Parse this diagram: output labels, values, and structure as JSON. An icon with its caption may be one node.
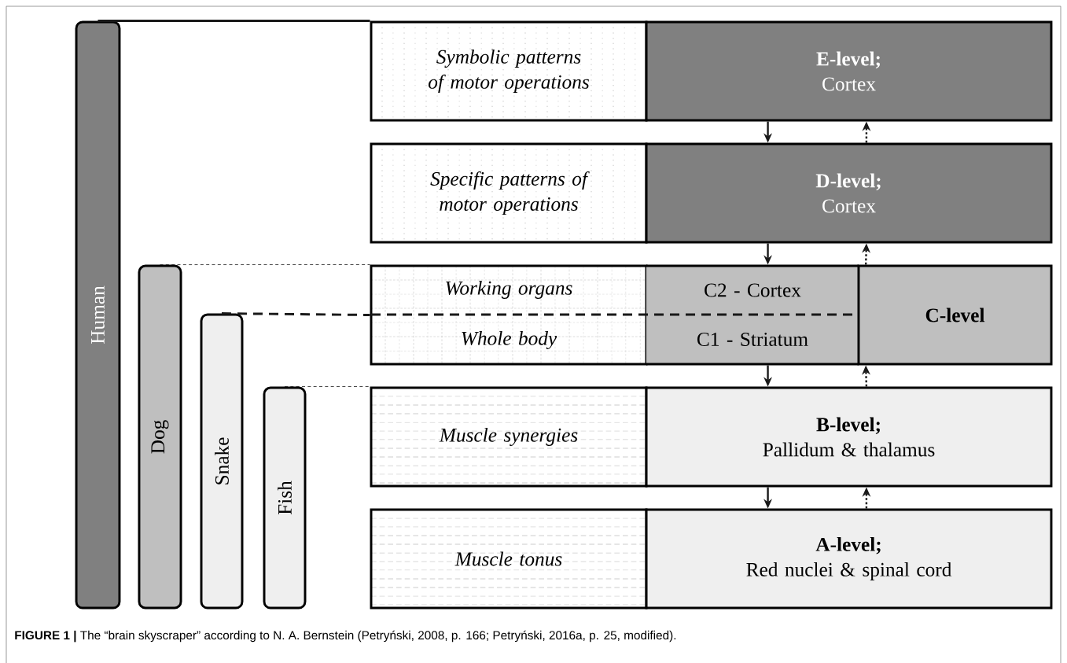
{
  "diagram": {
    "caption": "**FIGURE 1 |** The “brain skyscraper” according to N. A. Bernstein (Petryński, 2008, p. 166; Petryński, 2016a, p. 25, modified).",
    "nodes": [
      {
        "text": [
          "Human"
        ]
      },
      {
        "text": [
          "Dog"
        ]
      },
      {
        "text": [
          "Snake"
        ]
      },
      {
        "text": [
          "Fish"
        ]
      },
      {
        "text": [
          "Symbolic patterns of motor operations"
        ]
      },
      {
        "text": [
          "E-level;",
          "Cortex"
        ]
      },
      {
        "text": [
          "Specific patterns of motor operations"
        ]
      },
      {
        "text": [
          "D-level;",
          "Cortex"
        ]
      },
      {
        "text": [
          "Working organs",
          "Whole body"
        ]
      },
      {
        "text": [
          "C2 - Cortex"
        ]
      },
      {
        "text": [
          "C1 - Striatum"
        ]
      },
      {
        "text": [
          "C-level"
        ]
      },
      {
        "text": [
          "Muscle synergies"
        ]
      },
      {
        "text": [
          "B-level;",
          "Pallidum & thalamus"
        ]
      },
      {
        "text": [
          "Muscle tonus"
        ]
      },
      {
        "text": [
          "A-level;",
          "Red nuclei & spinal cord"
        ]
      }
    ],
    "edges": [
      {
        "from": 0,
        "to": 4,
        "arrow": "none"
      },
      {
        "from": 1,
        "to": 8,
        "arrow": "none",
        "style": "dashed"
      },
      {
        "from": 2,
        "to": 8,
        "arrow": "none",
        "style": "dashed"
      },
      {
        "from": 3,
        "to": 12,
        "arrow": "none",
        "style": "dashed"
      },
      {
        "from": 5,
        "to": 7,
        "arrow": "to"
      },
      {
        "from": 7,
        "to": 5,
        "arrow": "to",
        "style": "dashed"
      },
      {
        "from": 7,
        "to": 9,
        "arrow": "to"
      },
      {
        "from": 11,
        "to": 7,
        "arrow": "to",
        "style": "dashed"
      },
      {
        "from": 10,
        "to": 13,
        "arrow": "to"
      },
      {
        "from": 13,
        "to": 11,
        "arrow": "to",
        "style": "dashed"
      },
      {
        "from": 13,
        "to": 15,
        "arrow": "to"
      },
      {
        "from": 15,
        "to": 13,
        "arrow": "to",
        "style": "dashed"
      }
    ]
  }
}
